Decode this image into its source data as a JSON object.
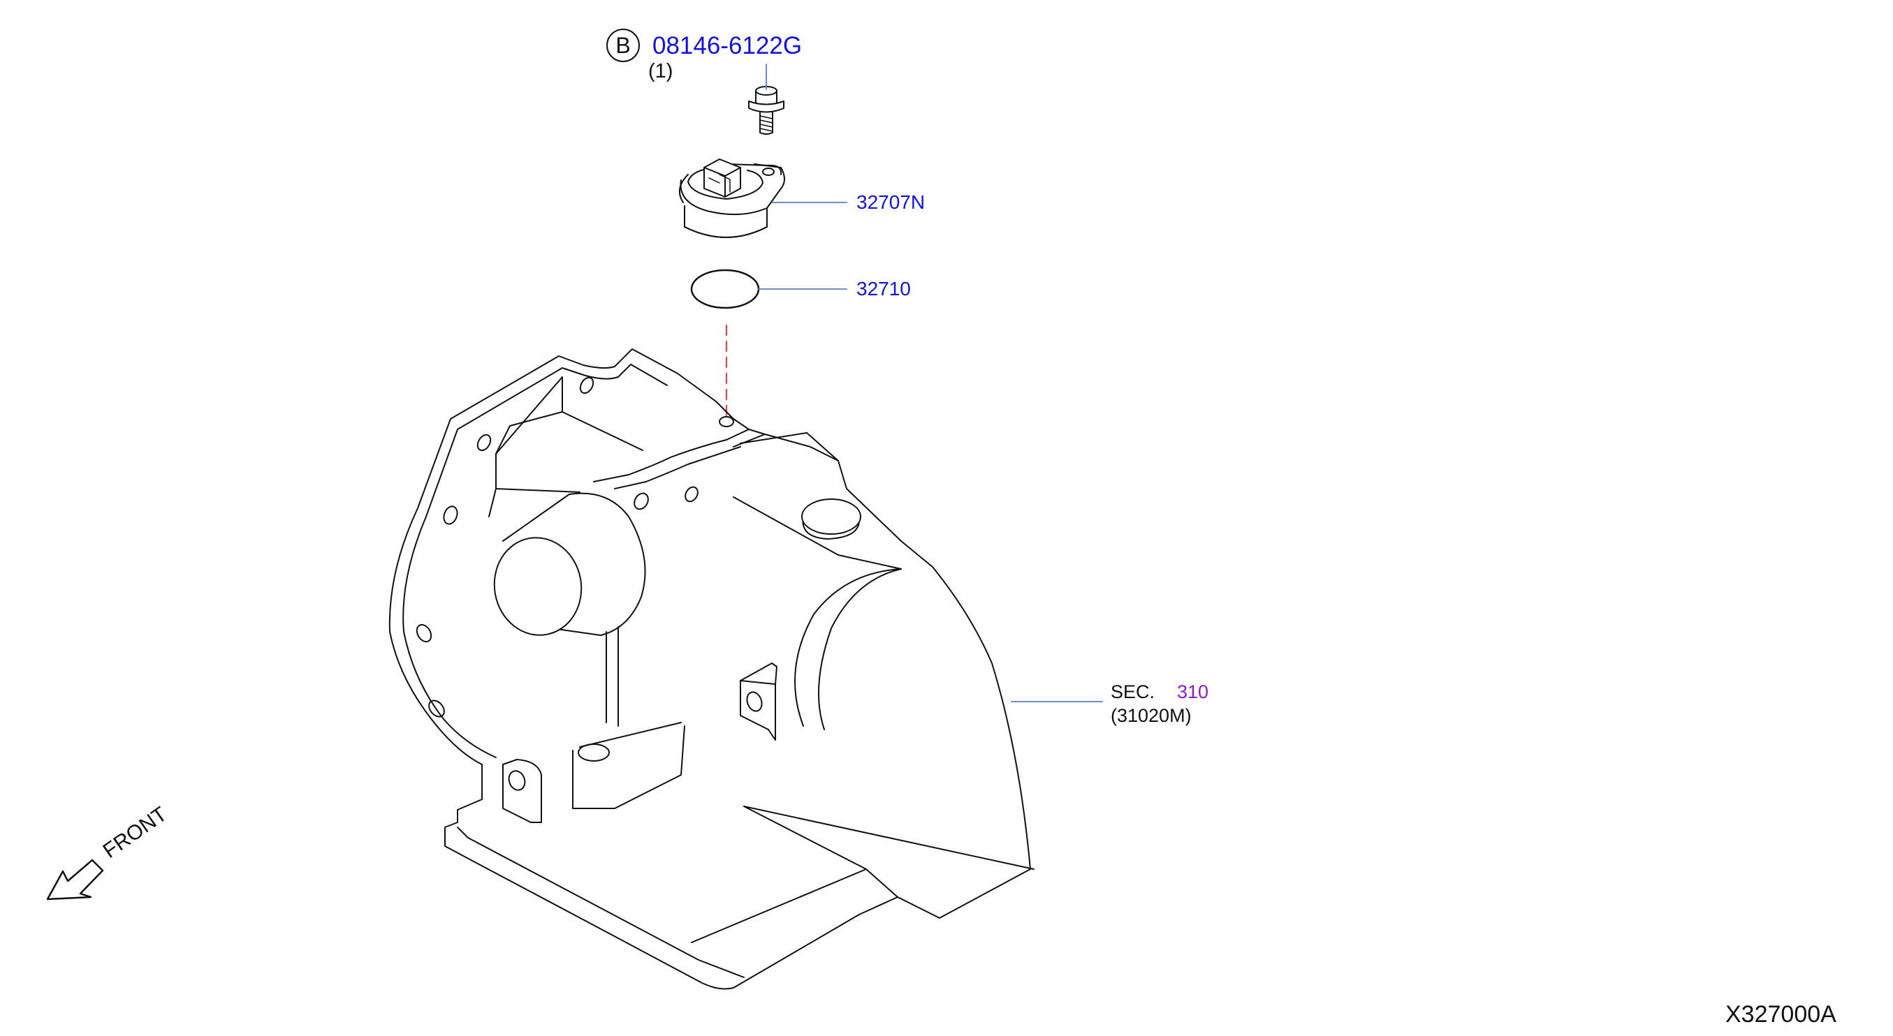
{
  "callout": {
    "letter": "B",
    "bolt_part": "08146-6122G",
    "bolt_qty": "(1)"
  },
  "parts": {
    "sensor": "32707N",
    "oring": "32710"
  },
  "section": {
    "prefix": "SEC.",
    "number": "310",
    "assembly": "(31020M)"
  },
  "orientation": {
    "front_label": "FRONT"
  },
  "diagram_id": "X327000A",
  "colors": {
    "part_blue": "#1414d8",
    "section_purple": "#8a1ad8",
    "leader_blue": "#5a7fc8",
    "guide_red": "#e8474f",
    "line": "#111111"
  }
}
